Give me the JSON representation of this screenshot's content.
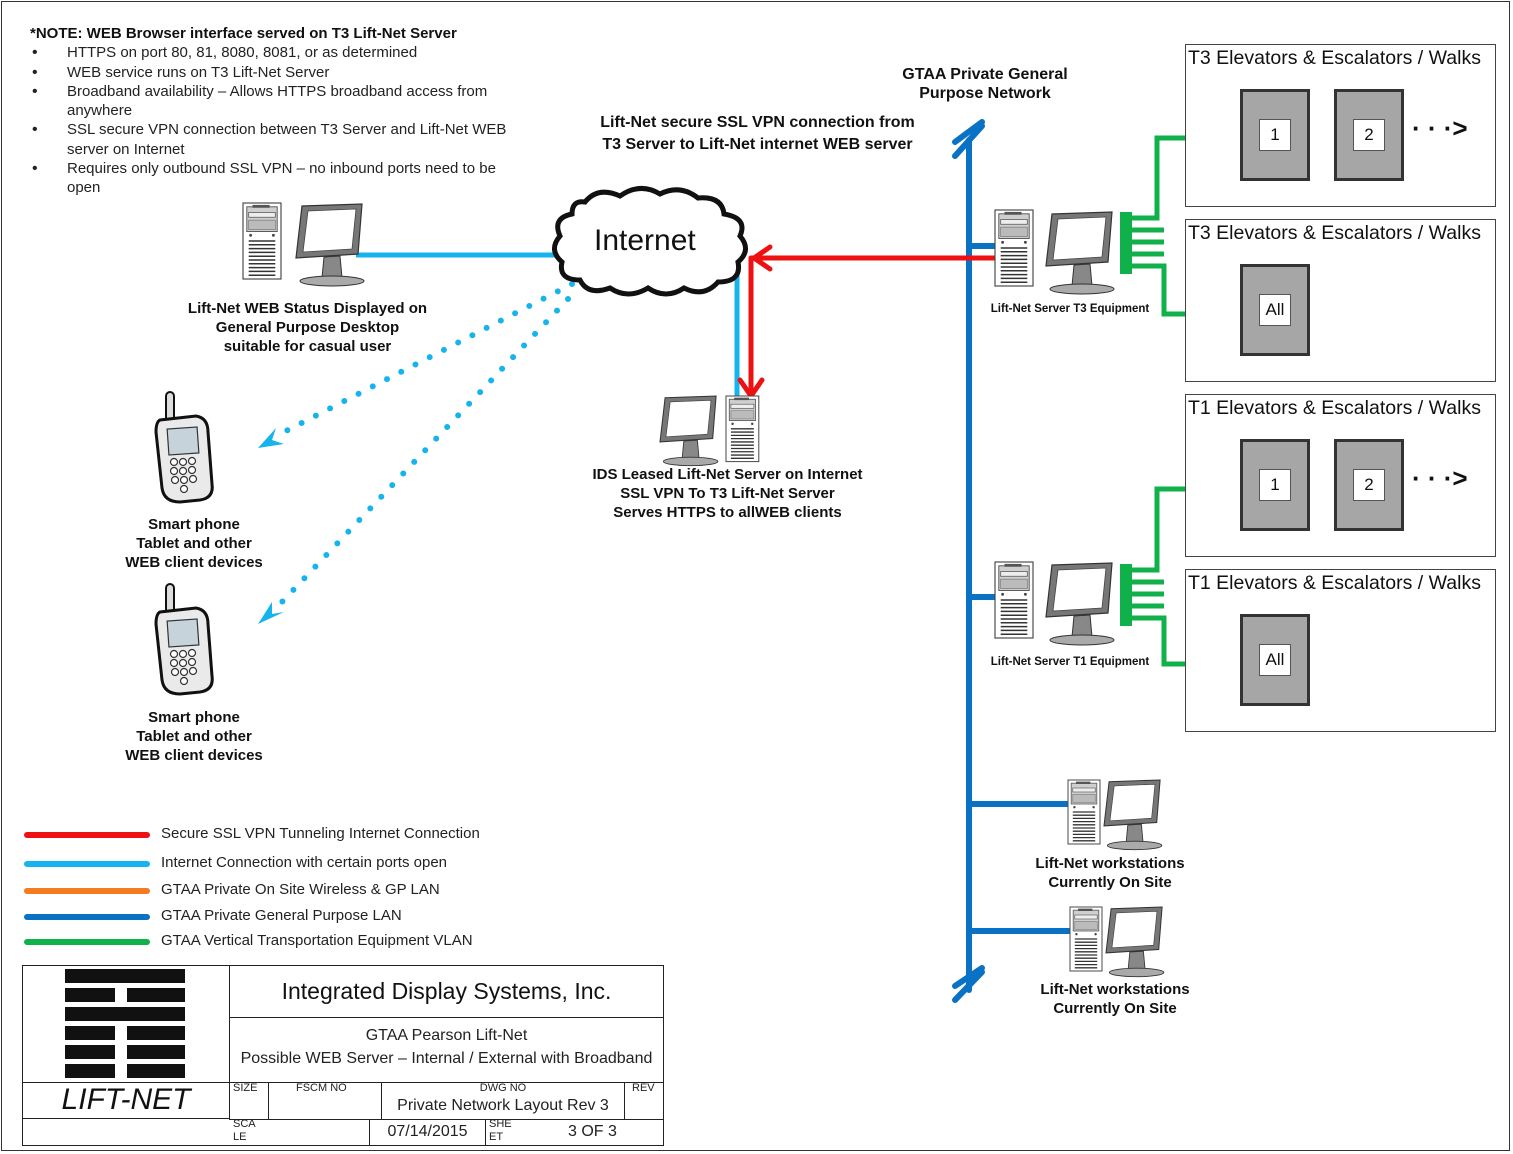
{
  "note": {
    "title": "*NOTE: WEB Browser interface served on T3 Lift-Net Server",
    "bullets": [
      "HTTPS on port 80, 81, 8080, 8081, or as determined",
      "WEB service runs on T3 Lift-Net Server",
      "Broadband availability – Allows HTTPS broadband access from anywhere",
      "SSL secure VPN connection between T3 Server and Lift-Net WEB server on Internet",
      "Requires only outbound SSL VPN – no inbound ports need to be open"
    ]
  },
  "labels": {
    "gp_network": [
      "GTAA Private General",
      "Purpose Network"
    ],
    "vpn_caption": [
      "Lift-Net secure SSL VPN connection from",
      "T3 Server to Lift-Net internet WEB server"
    ],
    "internet": "Internet",
    "desktop": [
      "Lift-Net WEB Status Displayed on",
      "General Purpose Desktop",
      "suitable for casual user"
    ],
    "ids_server": [
      "IDS Leased Lift-Net Server on Internet",
      "SSL VPN To T3 Lift-Net Server",
      "Serves HTTPS to allWEB clients"
    ],
    "phone1": [
      "Smart phone",
      "Tablet and other",
      "WEB client devices"
    ],
    "phone2": [
      "Smart phone",
      "Tablet and other",
      "WEB client devices"
    ],
    "t3_server": "Lift-Net Server T3 Equipment",
    "t1_server": "Lift-Net Server T1 Equipment",
    "workstation1": [
      "Lift-Net workstations",
      "Currently On Site"
    ],
    "workstation2": [
      "Lift-Net workstations",
      "Currently On Site"
    ]
  },
  "zones": [
    {
      "title": "T3 Elevators & Escalators / Walks",
      "units": [
        "1",
        "2"
      ],
      "more": true
    },
    {
      "title": "T3 Elevators & Escalators / Walks",
      "units": [
        "All"
      ],
      "more": false
    },
    {
      "title": "T1 Elevators & Escalators / Walks",
      "units": [
        "1",
        "2"
      ],
      "more": true
    },
    {
      "title": "T1 Elevators & Escalators / Walks",
      "units": [
        "All"
      ],
      "more": false
    }
  ],
  "legend": [
    {
      "label": "Secure SSL VPN Tunneling Internet Connection",
      "color": "#ee1111"
    },
    {
      "label": "Internet Connection with certain ports open",
      "color": "#16b4ec"
    },
    {
      "label": "GTAA Private On Site Wireless & GP LAN",
      "color": "#f47b20"
    },
    {
      "label": "GTAA Private General Purpose LAN",
      "color": "#0a72c4"
    },
    {
      "label": "GTAA Vertical Transportation Equipment VLAN",
      "color": "#10b14a"
    }
  ],
  "colors": {
    "vpn_red": "#ee1111",
    "internet_cyan": "#16b4ec",
    "lan_blue": "#0a72c4",
    "vlan_green": "#10b14a",
    "unit_gray": "#a6a6a6"
  },
  "titleblock": {
    "logo_text": "LIFT-NET",
    "company": "Integrated Display Systems, Inc.",
    "project_line1": "GTAA Pearson Lift-Net",
    "project_line2": "Possible WEB Server – Internal / External with Broadband",
    "size_label": "SIZE",
    "fscm_label": "FSCM NO",
    "dwg_label": "DWG NO",
    "dwg_value": "Private Network Layout Rev 3",
    "rev_label": "REV",
    "scale_label": "SCA\nLE",
    "date": "07/14/2015",
    "sheet_label": "SHE\nET",
    "sheet_value": "3 OF 3"
  }
}
